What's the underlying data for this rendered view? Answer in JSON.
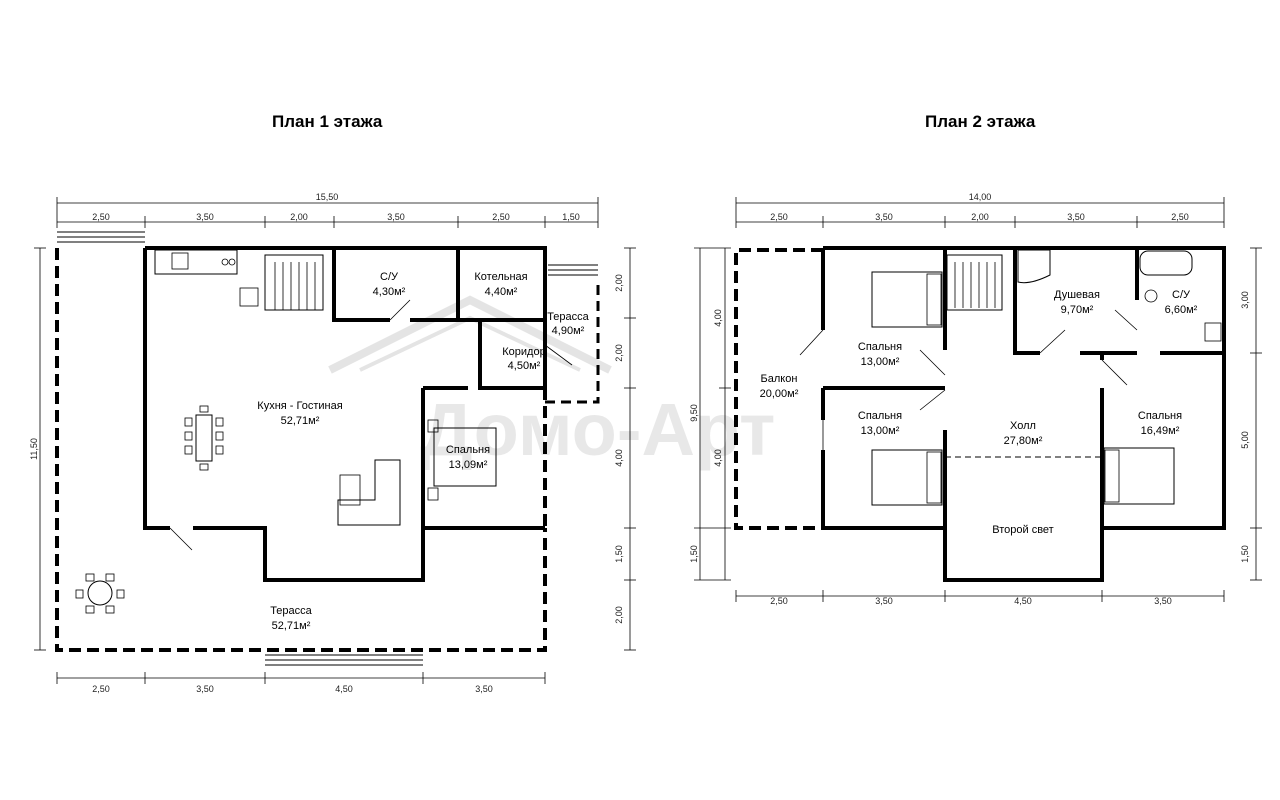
{
  "watermark": "Домо-Арт",
  "floor1": {
    "title": "План 1 этажа",
    "dims_top_total": "15,50",
    "dims_top": [
      "2,50",
      "3,50",
      "2,00",
      "3,50",
      "2,50",
      "1,50"
    ],
    "dims_bottom": [
      "2,50",
      "3,50",
      "4,50",
      "3,50"
    ],
    "dim_left": "11,50",
    "dims_right": [
      "2,00",
      "2,00",
      "4,00",
      "1,50",
      "2,00"
    ],
    "rooms": {
      "su_name": "С/У",
      "su_area": "4,30м²",
      "boiler_name": "Котельная",
      "boiler_area": "4,40м²",
      "terrace_small_name": "Терасса",
      "terrace_small_area": "4,90м²",
      "corridor_name": "Коридор",
      "corridor_area": "4,50м²",
      "kitchen_name": "Кухня - Гостиная",
      "kitchen_area": "52,71м²",
      "bedroom_name": "Спальня",
      "bedroom_area": "13,09м²",
      "terrace_name": "Терасса",
      "terrace_area": "52,71м²"
    }
  },
  "floor2": {
    "title": "План 2 этажа",
    "dims_top_total": "14,00",
    "dims_top": [
      "2,50",
      "3,50",
      "2,00",
      "3,50",
      "2,50"
    ],
    "dims_bottom": [
      "2,50",
      "3,50",
      "4,50",
      "3,50"
    ],
    "dims_left_outer": [
      "9,50",
      "1,50"
    ],
    "dims_left_inner": [
      "4,00",
      "4,00"
    ],
    "dims_right": [
      "3,00",
      "5,00",
      "1,50"
    ],
    "rooms": {
      "shower_name": "Душевая",
      "shower_area": "9,70м²",
      "su_name": "С/У",
      "su_area": "6,60м²",
      "bedroom1_name": "Спальня",
      "bedroom1_area": "13,00м²",
      "balcony_name": "Балкон",
      "balcony_area": "20,00м²",
      "bedroom2_name": "Спальня",
      "bedroom2_area": "13,00м²",
      "hall_name": "Холл",
      "hall_area": "27,80м²",
      "bedroom3_name": "Спальня",
      "bedroom3_area": "16,49м²",
      "second_light": "Второй свет"
    }
  }
}
